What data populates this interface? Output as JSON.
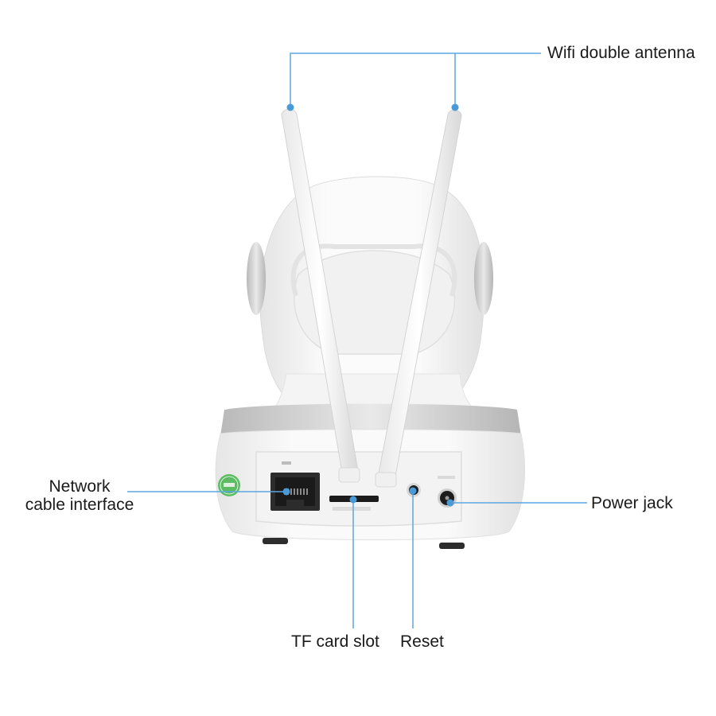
{
  "callouts": {
    "wifi_antenna": "Wifi double antenna",
    "network_line1": "Network",
    "network_line2": "cable interface",
    "power_jack": "Power jack",
    "tf_card_slot": "TF card slot",
    "reset": "Reset"
  },
  "colors": {
    "leader_line": "#5ba8e0",
    "leader_dot": "#4a9ad8",
    "body_white": "#f7f7f7",
    "silver_trim": "#cfcfcf",
    "qc_badge": "#5dbb63",
    "text": "#1a1a1a"
  },
  "icons": [
    "qc-pass-badge-icon",
    "ethernet-port-icon",
    "tf-card-slot-icon",
    "reset-button-icon",
    "power-jack-icon",
    "wifi-antenna-icon"
  ]
}
